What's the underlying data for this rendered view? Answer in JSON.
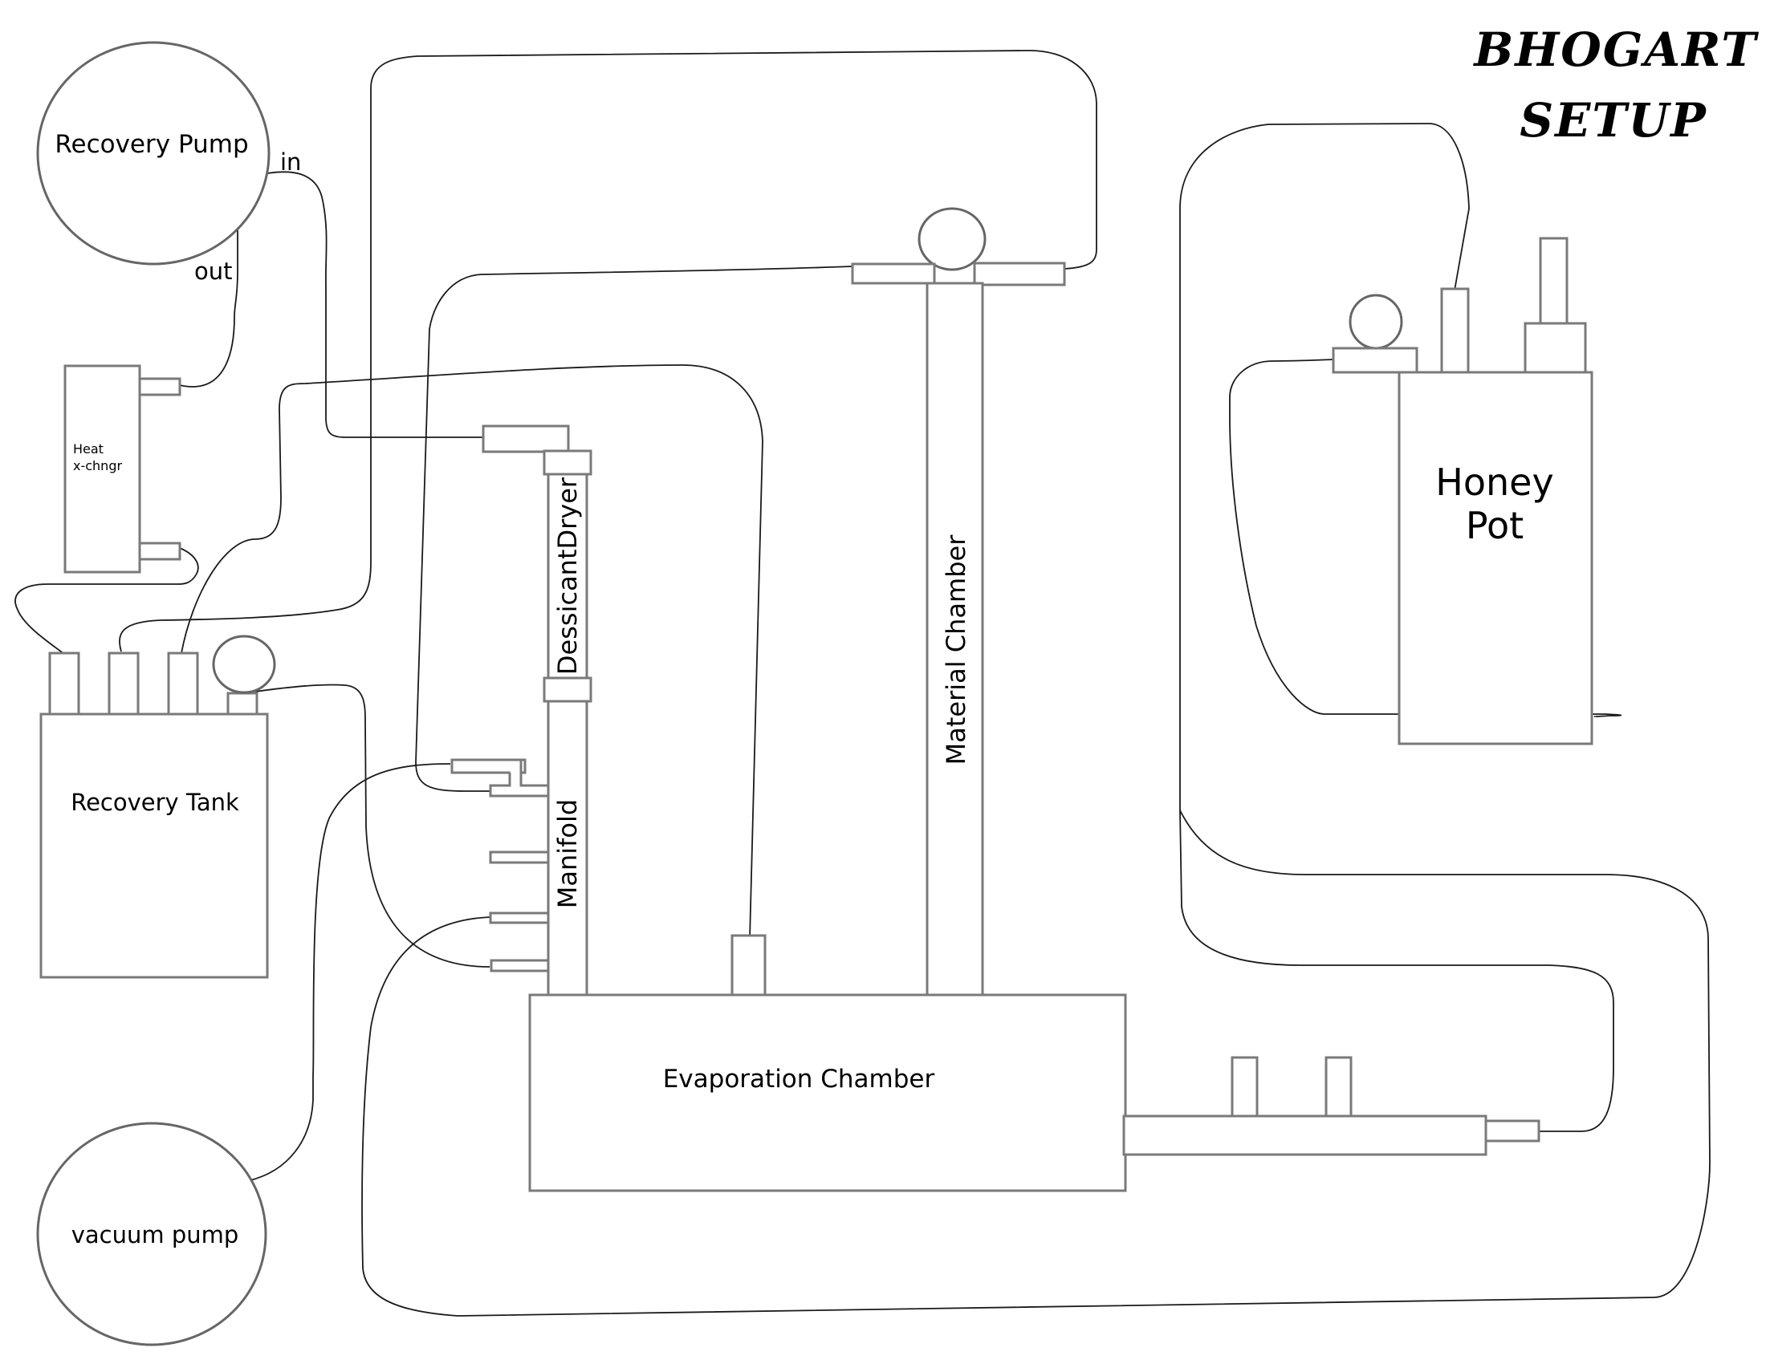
{
  "title": {
    "line1": "BHOGART",
    "line2": "SETUP"
  },
  "components": {
    "recovery_pump": {
      "label": "Recovery Pump",
      "port_in": "in",
      "port_out": "out"
    },
    "heat_exchanger": {
      "label_line1": "Heat",
      "label_line2": "x-chngr"
    },
    "recovery_tank": {
      "label": "Recovery Tank"
    },
    "vacuum_pump": {
      "label": "vacuum pump"
    },
    "dessicant_dryer": {
      "label": "DessicantDryer"
    },
    "manifold": {
      "label": "Manifold"
    },
    "material_chamber": {
      "label": "Material Chamber"
    },
    "evaporation_chamber": {
      "label": "Evaporation Chamber"
    },
    "honey_pot": {
      "label_line1": "Honey",
      "label_line2": "Pot"
    }
  },
  "colors": {
    "outline": "#7a7a7a",
    "line": "#1a1a1a",
    "text": "#000000",
    "background": "#ffffff"
  }
}
